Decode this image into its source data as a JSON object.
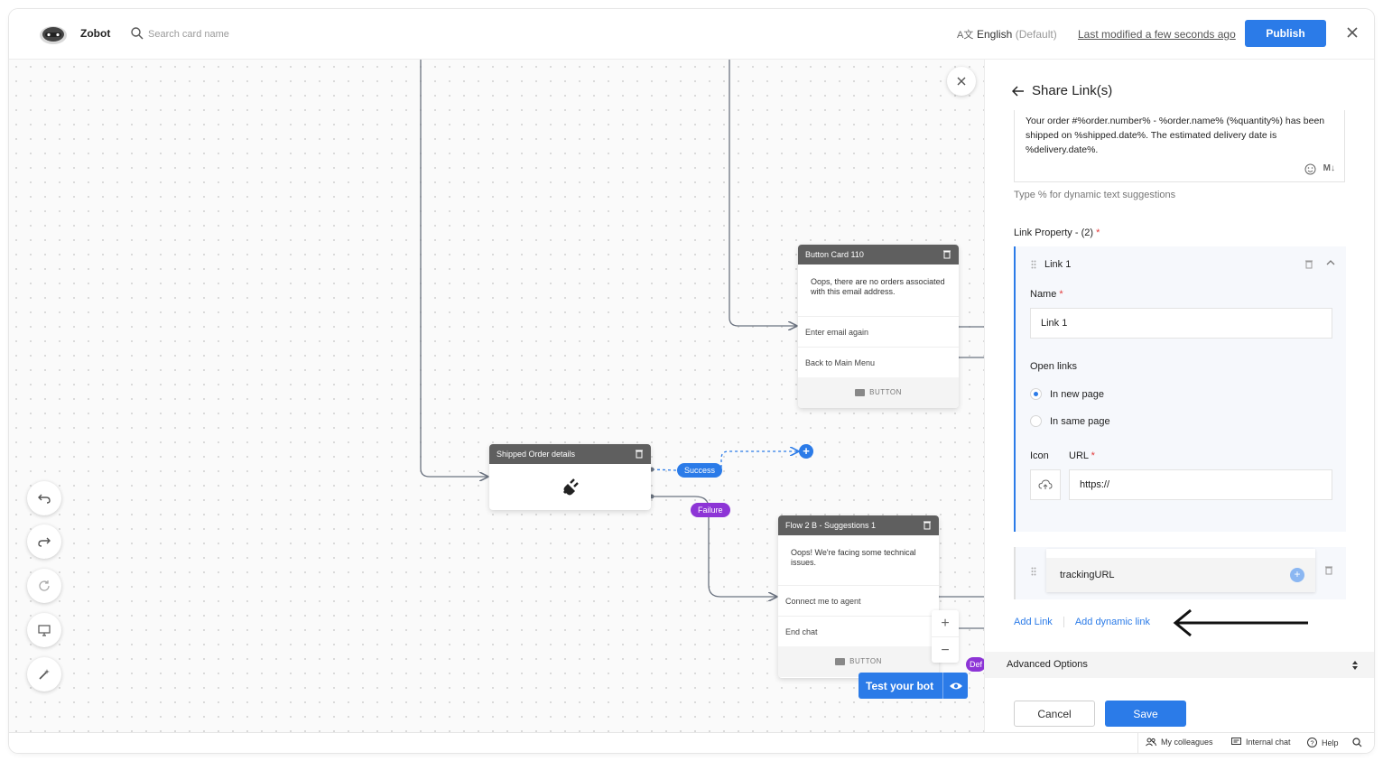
{
  "header": {
    "app_name": "Zobot",
    "search_placeholder": "Search card name",
    "language_icon": "A文",
    "language": "English",
    "language_default": "(Default)",
    "last_modified": "Last modified a few seconds ago",
    "publish_label": "Publish"
  },
  "canvas": {
    "cards": {
      "button_card": {
        "title": "Button Card 110",
        "message": "Oops, there are no orders associated with this email address.",
        "buttons": [
          "Enter email again",
          "Back to Main Menu"
        ],
        "footer": "BUTTON"
      },
      "shipped_card": {
        "title": "Shipped Order details",
        "icon": "plug-icon"
      },
      "flow_card": {
        "title": "Flow 2 B - Suggestions 1",
        "message": "Oops! We're facing some technical issues.",
        "buttons": [
          "Connect me to agent",
          "End chat"
        ],
        "footer": "BUTTON"
      }
    },
    "tags": {
      "success": "Success",
      "failure": "Failure",
      "default": "Def"
    },
    "zoom_in": "+",
    "zoom_out": "−",
    "test_bot_label": "Test your bot"
  },
  "panel": {
    "title": "Share Link(s)",
    "message": "Your order #%order.number% - %order.name% (%quantity%) has been shipped on %shipped.date%. The estimated delivery date is %delivery.date%.",
    "markdown_label": "M↓",
    "hint": "Type % for dynamic text suggestions",
    "link_property_label": "Link Property - (2)",
    "required_mark": "*",
    "link1": {
      "title": "Link 1",
      "name_label": "Name",
      "name_value": "Link 1",
      "open_links_label": "Open links",
      "options": [
        "In new page",
        "In same page"
      ],
      "selected": "In new page",
      "icon_label": "Icon",
      "url_label": "URL",
      "url_value": "https://"
    },
    "dynamic_link": {
      "value": "trackingURL"
    },
    "add_link_label": "Add Link",
    "add_dynamic_link_label": "Add dynamic link",
    "advanced_options_label": "Advanced Options",
    "cancel_label": "Cancel",
    "save_label": "Save"
  },
  "footer": {
    "colleagues": "My colleagues",
    "internal_chat": "Internal chat",
    "help": "Help"
  },
  "colors": {
    "accent": "#2b7be8",
    "failure": "#8d35d6",
    "card_header": "#5f5f5f"
  }
}
